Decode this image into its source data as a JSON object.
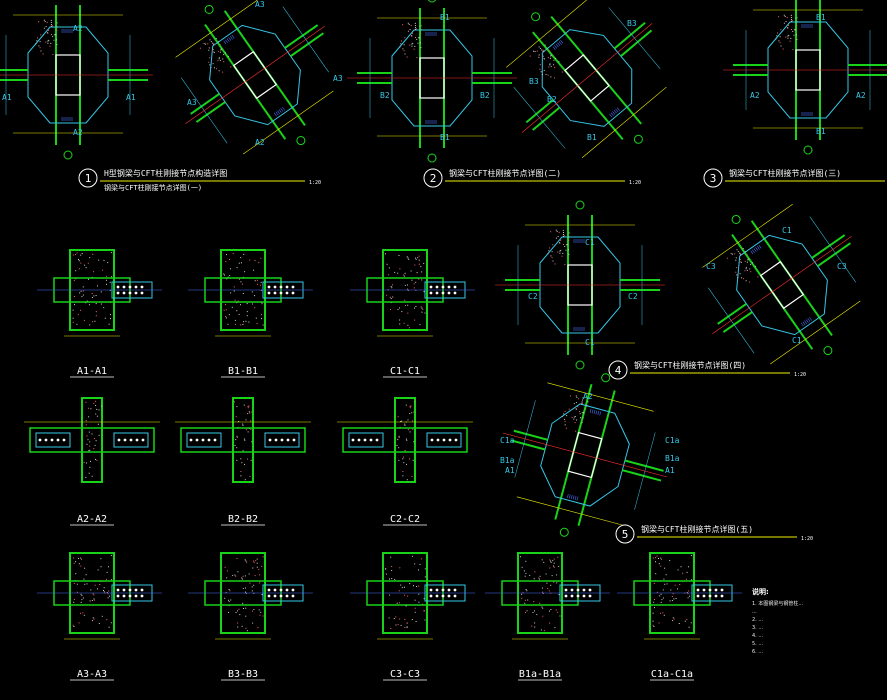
{
  "drawing": {
    "details": [
      {
        "num": "1",
        "title": "H型钢梁与CFT柱刚接节点构造详图",
        "subtitle": "钢梁与CFT柱刚接节点详图(一)",
        "scale": "1:20"
      },
      {
        "num": "2",
        "title": "钢梁与CFT柱刚接节点详图(二)",
        "subtitle": "",
        "scale": "1:20"
      },
      {
        "num": "3",
        "title": "钢梁与CFT柱刚接节点详图(三)",
        "subtitle": "",
        "scale": "1:20"
      },
      {
        "num": "4",
        "title": "钢梁与CFT柱刚接节点详图(四)",
        "subtitle": "",
        "scale": "1:20"
      },
      {
        "num": "5",
        "title": "钢梁与CFT柱刚接节点详图(五)",
        "subtitle": "",
        "scale": "1:20"
      }
    ],
    "sections": [
      {
        "label": "A1-A1"
      },
      {
        "label": "B1-B1"
      },
      {
        "label": "C1-C1"
      },
      {
        "label": "A2-A2"
      },
      {
        "label": "B2-B2"
      },
      {
        "label": "C2-C2"
      },
      {
        "label": "A3-A3"
      },
      {
        "label": "B3-B3"
      },
      {
        "label": "C3-C3"
      },
      {
        "label": "B1a-B1a"
      },
      {
        "label": "C1a-C1a"
      }
    ],
    "markers": {
      "a1": "A1",
      "a2": "A2",
      "a3": "A3",
      "b1": "B1",
      "b2": "B2",
      "b3": "B3",
      "c1": "C1",
      "c2": "C2",
      "c3": "C3",
      "c1a": "C1a",
      "b1a": "B1a"
    },
    "notes": {
      "title": "说明:",
      "lines": [
        "1. 本图钢梁与钢管柱...",
        "   ...",
        "2. ...",
        "3. ...",
        "4. ...",
        "5. ...",
        "6. ..."
      ]
    },
    "colors": {
      "green": "#19d319",
      "cyan": "#35c8e8",
      "yellow": "#f0f000",
      "white": "#ffffff",
      "blue": "#4a70ff",
      "red": "#ff3030",
      "magenta": "#e040e0"
    }
  }
}
